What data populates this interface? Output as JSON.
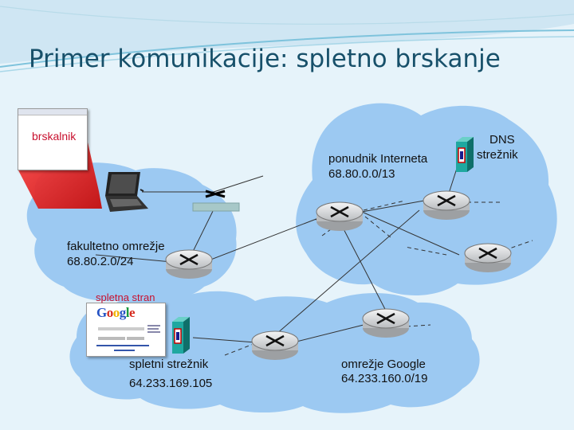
{
  "title": "Primer komunikacije: spletno brskanje",
  "browser": {
    "label": "brskalnik"
  },
  "isp": {
    "name": "ponudnik Interneta",
    "subnet": "68.80.0.0/13"
  },
  "dns": {
    "line1": "DNS",
    "line2": "strežnik"
  },
  "campus": {
    "name": "fakultetno omrežje",
    "subnet": "68.80.2.0/24"
  },
  "webpage": {
    "label": "spletna stran",
    "logo": "Google"
  },
  "webserver": {
    "name": "spletni strežnik",
    "ip": "64.233.169.105"
  },
  "google_net": {
    "name": "omrežje Google",
    "subnet": "64.233.160.0/19"
  },
  "colors": {
    "title": "#17506a",
    "cloud": "#9cc9f2",
    "label_red": "#c8102e",
    "pointer_red": "#e41f1f",
    "router": "#cfd1d3",
    "server": "#1fa8a0"
  },
  "icons": [
    "laptop-icon",
    "switch-icon",
    "router-icon",
    "server-icon",
    "dns-server-icon",
    "browser-window"
  ]
}
